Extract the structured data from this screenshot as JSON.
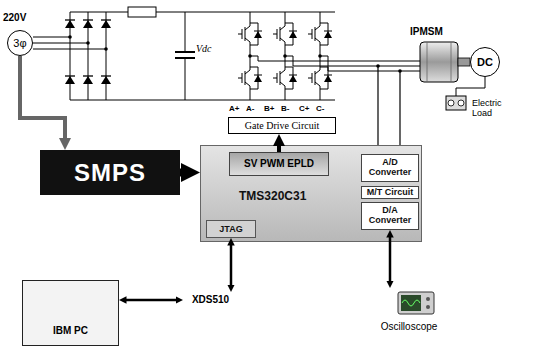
{
  "diagram": {
    "nodes": [
      {
        "text": [
          "3φ"
        ]
      },
      {
        "text": [
          "SMPS"
        ]
      },
      {
        "text": [
          "TMS320C31"
        ]
      },
      {
        "text": [
          "SV PWM EPLD"
        ],
        "in": 2
      },
      {
        "text": [
          "A/D Converter"
        ],
        "in": 2
      },
      {
        "text": [
          "M/T Circuit"
        ],
        "in": 2
      },
      {
        "text": [
          "D/A Converter"
        ],
        "in": 2
      },
      {
        "text": [
          "JTAG"
        ],
        "in": 2
      },
      {
        "text": [
          "Gate Drive Circuit"
        ]
      },
      {
        "text": [
          "IBM PC"
        ]
      },
      {
        "text": [
          "XDS510"
        ]
      },
      {
        "text": [
          "Oscilloscope"
        ]
      },
      {
        "text": [
          "DC"
        ]
      }
    ],
    "edges": [
      {
        "from": 0,
        "to": 1,
        "arrow": "to"
      },
      {
        "from": 1,
        "to": 2,
        "arrow": "to"
      },
      {
        "from": 3,
        "to": 8,
        "arrow": "to"
      },
      {
        "from": 9,
        "to": 10,
        "arrow": "both"
      },
      {
        "from": 10,
        "to": 7,
        "arrow": "both"
      },
      {
        "from": 6,
        "to": 11,
        "arrow": "both"
      }
    ],
    "labels": [
      "220V",
      "Vdc",
      "A+",
      "A-",
      "B+",
      "B-",
      "C+",
      "C-",
      "IPMSM",
      "Electric Load"
    ]
  }
}
